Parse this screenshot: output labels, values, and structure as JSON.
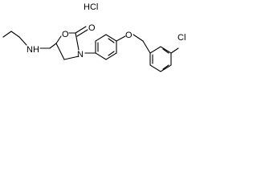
{
  "molecule": {
    "atoms": {
      "hcl": "HCl",
      "carbonyl_oxygen": "O",
      "ring_oxygen": "O",
      "ring_nitrogen": "N",
      "amine": "NH",
      "ether_oxygen": "O",
      "chlorine": "Cl"
    }
  }
}
